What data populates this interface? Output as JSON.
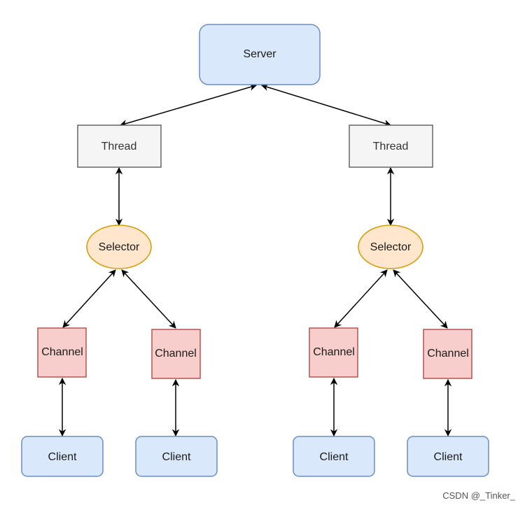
{
  "server": {
    "label": "Server"
  },
  "threads": [
    {
      "label": "Thread"
    },
    {
      "label": "Thread"
    }
  ],
  "selectors": [
    {
      "label": "Selector"
    },
    {
      "label": "Selector"
    }
  ],
  "channels": [
    {
      "label": "Channel"
    },
    {
      "label": "Channel"
    },
    {
      "label": "Channel"
    },
    {
      "label": "Channel"
    }
  ],
  "clients": [
    {
      "label": "Client"
    },
    {
      "label": "Client"
    },
    {
      "label": "Client"
    },
    {
      "label": "Client"
    }
  ],
  "watermark": "CSDN @_Tinker_",
  "colors": {
    "server_fill": "#dae8fc",
    "server_stroke": "#6c8ebf",
    "thread_fill": "#f5f5f5",
    "thread_stroke": "#666666",
    "selector_fill": "#ffe6cc",
    "selector_stroke": "#d79b00",
    "channel_fill": "#f8cecc",
    "channel_stroke": "#b85450",
    "client_fill": "#dae8fc",
    "client_stroke": "#6c8ebf",
    "edge": "#000000"
  }
}
